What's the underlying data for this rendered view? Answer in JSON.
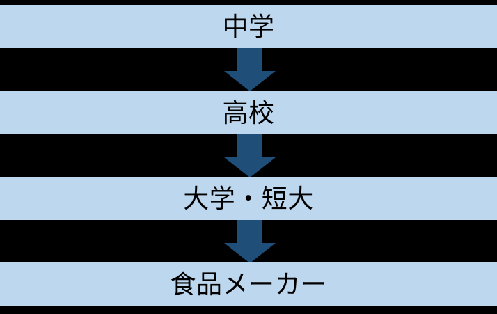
{
  "diagram": {
    "type": "vertical-flowchart",
    "orientation": "top-to-bottom",
    "background_color": "#000000",
    "band_color": "#bdd7ee",
    "arrow_color": "#1f4e79",
    "text_color": "#000000",
    "stages": [
      {
        "label": "中学"
      },
      {
        "label": "高校"
      },
      {
        "label": "大学・短大"
      },
      {
        "label": "食品メーカー"
      }
    ],
    "connectors": [
      {
        "icon": "arrow-down-icon",
        "from": "中学",
        "to": "高校"
      },
      {
        "icon": "arrow-down-icon",
        "from": "高校",
        "to": "大学・短大"
      },
      {
        "icon": "arrow-down-icon",
        "from": "大学・短大",
        "to": "食品メーカー"
      }
    ]
  }
}
